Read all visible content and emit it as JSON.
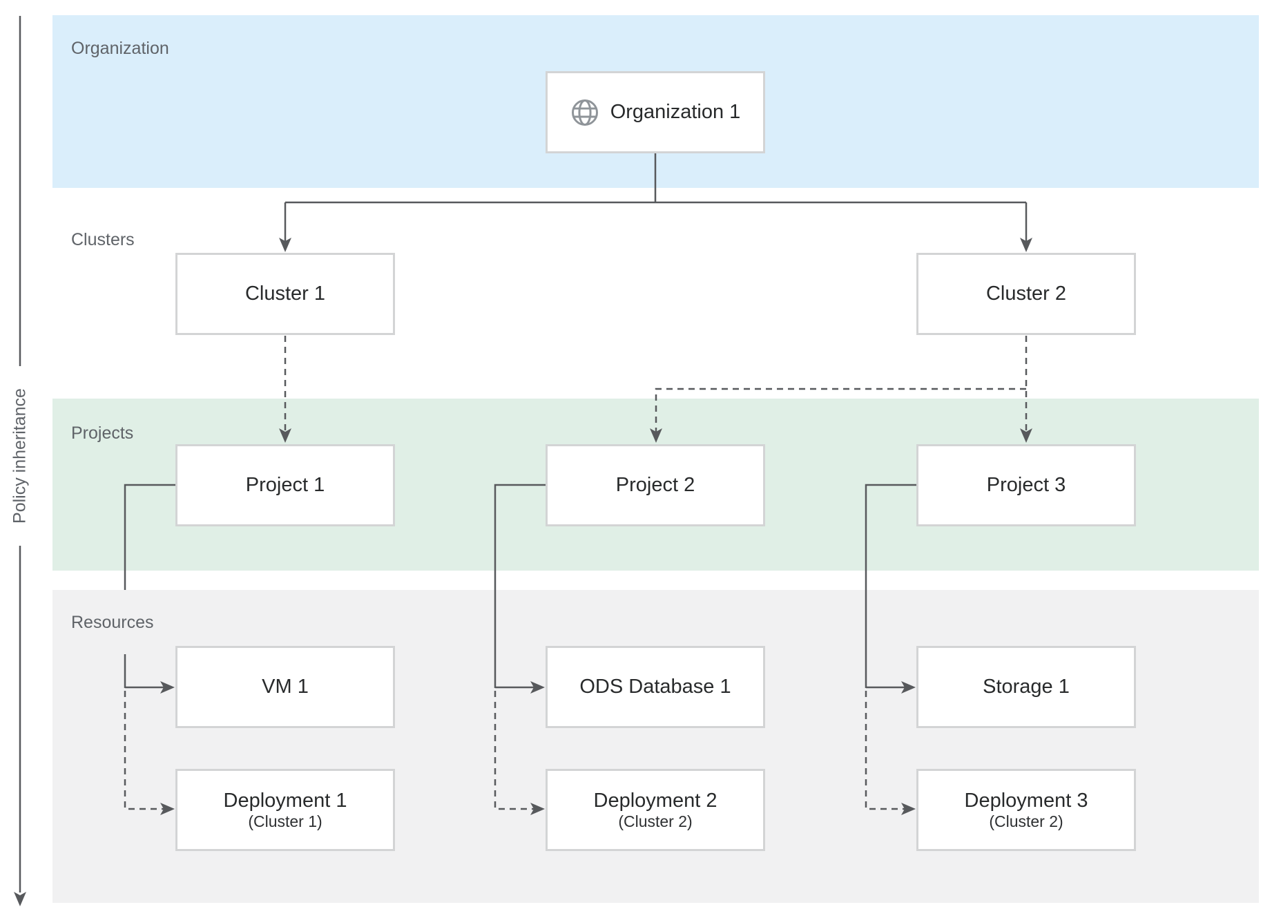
{
  "diagram_title_hint": "Organization policy hierarchy",
  "axis": {
    "label": "Policy inheritance",
    "direction": "downward"
  },
  "bands": {
    "organization": {
      "label": "Organization",
      "color": "#daeefb"
    },
    "clusters": {
      "label": "Clusters",
      "color": "#ffffff"
    },
    "projects": {
      "label": "Projects",
      "color": "#e0efe6"
    },
    "resources": {
      "label": "Resources",
      "color": "#f1f1f2"
    }
  },
  "nodes": {
    "organization1": {
      "label": "Organization 1",
      "icon": "globe-icon"
    },
    "cluster1": {
      "label": "Cluster 1"
    },
    "cluster2": {
      "label": "Cluster 2"
    },
    "project1": {
      "label": "Project 1"
    },
    "project2": {
      "label": "Project 2"
    },
    "project3": {
      "label": "Project 3"
    },
    "vm1": {
      "label": "VM 1"
    },
    "ods1": {
      "label": "ODS Database 1"
    },
    "storage1": {
      "label": "Storage 1"
    },
    "deployment1": {
      "label": "Deployment 1",
      "sublabel": "(Cluster 1)"
    },
    "deployment2": {
      "label": "Deployment 2",
      "sublabel": "(Cluster 2)"
    },
    "deployment3": {
      "label": "Deployment 3",
      "sublabel": "(Cluster 2)"
    }
  },
  "edges": [
    {
      "from": "Organization 1",
      "to": "Cluster 1",
      "style": "solid"
    },
    {
      "from": "Organization 1",
      "to": "Cluster 2",
      "style": "solid"
    },
    {
      "from": "Cluster 1",
      "to": "Project 1",
      "style": "dashed"
    },
    {
      "from": "Cluster 2",
      "to": "Project 2",
      "style": "dashed"
    },
    {
      "from": "Cluster 2",
      "to": "Project 3",
      "style": "dashed"
    },
    {
      "from": "Project 1",
      "to": "VM 1",
      "style": "solid"
    },
    {
      "from": "Project 1",
      "to": "Deployment 1",
      "style": "dashed"
    },
    {
      "from": "Project 2",
      "to": "ODS Database 1",
      "style": "solid"
    },
    {
      "from": "Project 2",
      "to": "Deployment 2",
      "style": "dashed"
    },
    {
      "from": "Project 3",
      "to": "Storage 1",
      "style": "solid"
    },
    {
      "from": "Project 3",
      "to": "Deployment 3",
      "style": "dashed"
    }
  ],
  "colors": {
    "connector": "#57595c",
    "node_border": "#d3d4d5",
    "node_text": "#282a2b",
    "band_label_text": "#5f6368",
    "globe_icon": "#8f9499"
  }
}
